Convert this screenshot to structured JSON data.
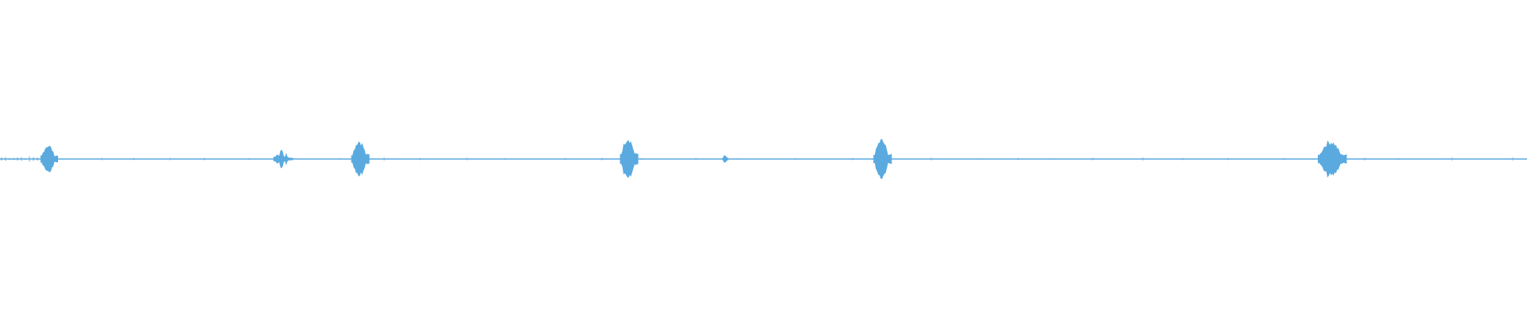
{
  "waveform": {
    "color": "#5aaae0",
    "duration_fraction_segments": [
      {
        "name": "burst-1",
        "start": 0.0265,
        "end": 0.038,
        "amplitude": 0.045
      },
      {
        "name": "blip-1",
        "start": 0.179,
        "end": 0.192,
        "amplitude": 0.022
      },
      {
        "name": "burst-2",
        "start": 0.23,
        "end": 0.242,
        "amplitude": 0.06
      },
      {
        "name": "burst-3",
        "start": 0.406,
        "end": 0.418,
        "amplitude": 0.07
      },
      {
        "name": "blip-2",
        "start": 0.473,
        "end": 0.477,
        "amplitude": 0.01
      },
      {
        "name": "burst-4",
        "start": 0.572,
        "end": 0.584,
        "amplitude": 0.062
      },
      {
        "name": "burst-5",
        "start": 0.863,
        "end": 0.882,
        "amplitude": 0.058
      }
    ],
    "baseline_amplitude": 0.004,
    "lead_in_noise": {
      "start": 0.0,
      "end": 0.0265,
      "amplitude": 0.006
    }
  }
}
